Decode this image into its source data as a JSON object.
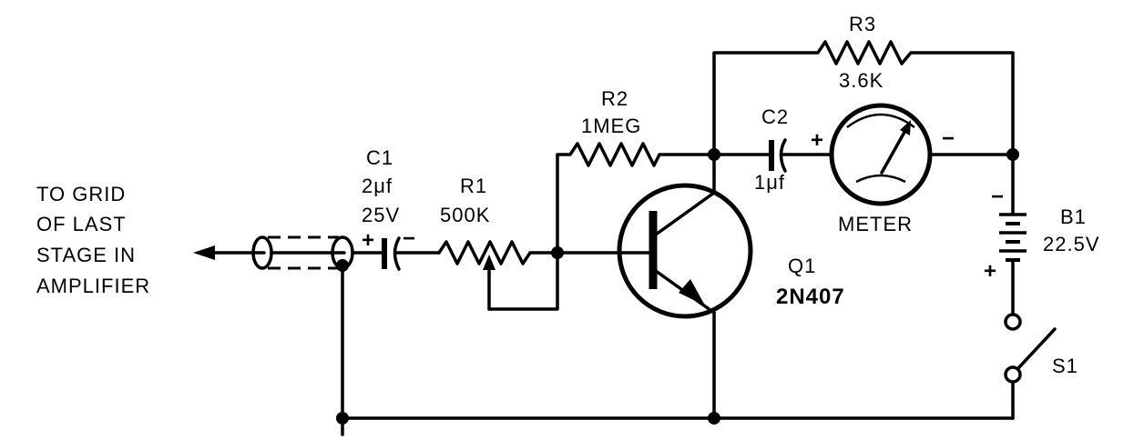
{
  "input": {
    "line1": "TO GRID",
    "line2": "OF LAST",
    "line3": "STAGE IN",
    "line4": "AMPLIFIER"
  },
  "c1": {
    "name": "C1",
    "value1": "2μf",
    "value2": "25V",
    "plus": "+",
    "minus": "−"
  },
  "r1": {
    "name": "R1",
    "value": "500K"
  },
  "r2": {
    "name": "R2",
    "value": "1MEG"
  },
  "r3": {
    "name": "R3",
    "value": "3.6K"
  },
  "c2": {
    "name": "C2",
    "value": "1μf"
  },
  "meter": {
    "name": "METER",
    "plus": "+",
    "minus": "−"
  },
  "q1": {
    "name": "Q1",
    "part": "2N407"
  },
  "b1": {
    "name": "B1",
    "value": "22.5V",
    "plus": "+",
    "minus": "−"
  },
  "s1": {
    "name": "S1"
  }
}
